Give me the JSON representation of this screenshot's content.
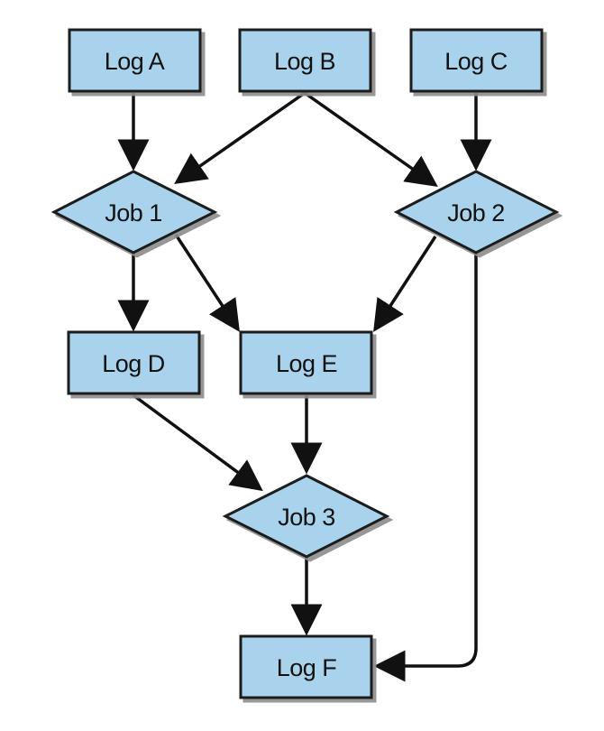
{
  "style": {
    "node_fill": "#a9d3ec",
    "node_stroke": "#1a1a1a",
    "shadow": "#8c8c8c",
    "edge_color": "#111111"
  },
  "nodes": {
    "log_a": "Log A",
    "log_b": "Log B",
    "log_c": "Log C",
    "job_1": "Job 1",
    "job_2": "Job 2",
    "log_d": "Log D",
    "log_e": "Log E",
    "job_3": "Job 3",
    "log_f": "Log F"
  },
  "edges": [
    {
      "from": "Log A",
      "to": "Job 1"
    },
    {
      "from": "Log B",
      "to": "Job 1"
    },
    {
      "from": "Log B",
      "to": "Job 2"
    },
    {
      "from": "Log C",
      "to": "Job 2"
    },
    {
      "from": "Job 1",
      "to": "Log D"
    },
    {
      "from": "Job 1",
      "to": "Log E"
    },
    {
      "from": "Job 2",
      "to": "Log E"
    },
    {
      "from": "Job 2",
      "to": "Log F"
    },
    {
      "from": "Log D",
      "to": "Job 3"
    },
    {
      "from": "Log E",
      "to": "Job 3"
    },
    {
      "from": "Job 3",
      "to": "Log F"
    }
  ]
}
